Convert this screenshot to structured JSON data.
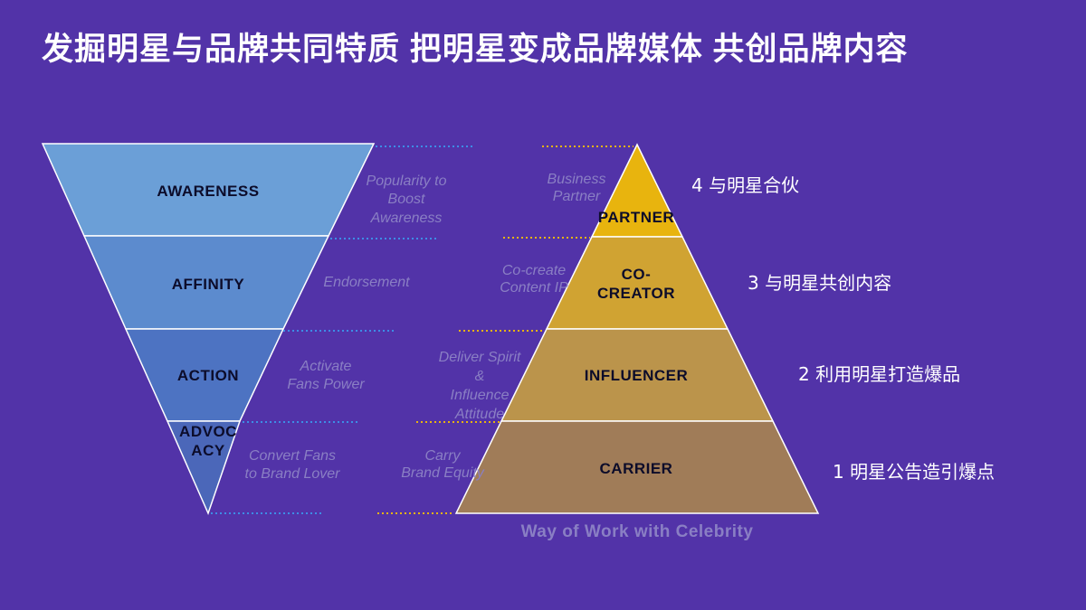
{
  "title": "发掘明星与品牌共同特质 把明星变成品牌媒体 共创品牌内容",
  "funnel": {
    "stages": [
      {
        "label": "AWARENESS",
        "note_lines": [
          "Popularity to",
          "Boost",
          "Awareness"
        ]
      },
      {
        "label": "AFFINITY",
        "note_lines": [
          "Endorsement"
        ]
      },
      {
        "label": "ACTION",
        "note_lines": [
          "Activate",
          "Fans Power"
        ]
      },
      {
        "label_lines": [
          "ADVOC",
          "ACY"
        ],
        "note_lines": [
          "Convert Fans",
          "to Brand Lover"
        ]
      }
    ],
    "colors": [
      "#6b9fd7",
      "#5c8bce",
      "#4d73c2",
      "#4b67b9"
    ]
  },
  "pyramid": {
    "levels": [
      {
        "label_lines": [
          "PARTNER"
        ],
        "note_lines": [
          "Business",
          "Partner"
        ],
        "cn": "4 与明星合伙"
      },
      {
        "label_lines": [
          "CO-",
          "CREATOR"
        ],
        "note_lines": [
          "Co-create",
          "Content IP"
        ],
        "cn": "3 与明星共创内容"
      },
      {
        "label_lines": [
          "INFLUENCER"
        ],
        "note_lines": [
          "Deliver Spirit",
          "&",
          "Influence",
          "Attitude"
        ],
        "cn": "2 利用明星打造爆品"
      },
      {
        "label_lines": [
          "CARRIER"
        ],
        "note_lines": [
          "Carry",
          "Brand Equity"
        ],
        "cn": "1 明星公告造引爆点"
      }
    ],
    "colors": [
      "#e8b40e",
      "#d0a332",
      "#bb944b",
      "#a07c58"
    ],
    "footer": "Way of Work  with Celebrity"
  }
}
